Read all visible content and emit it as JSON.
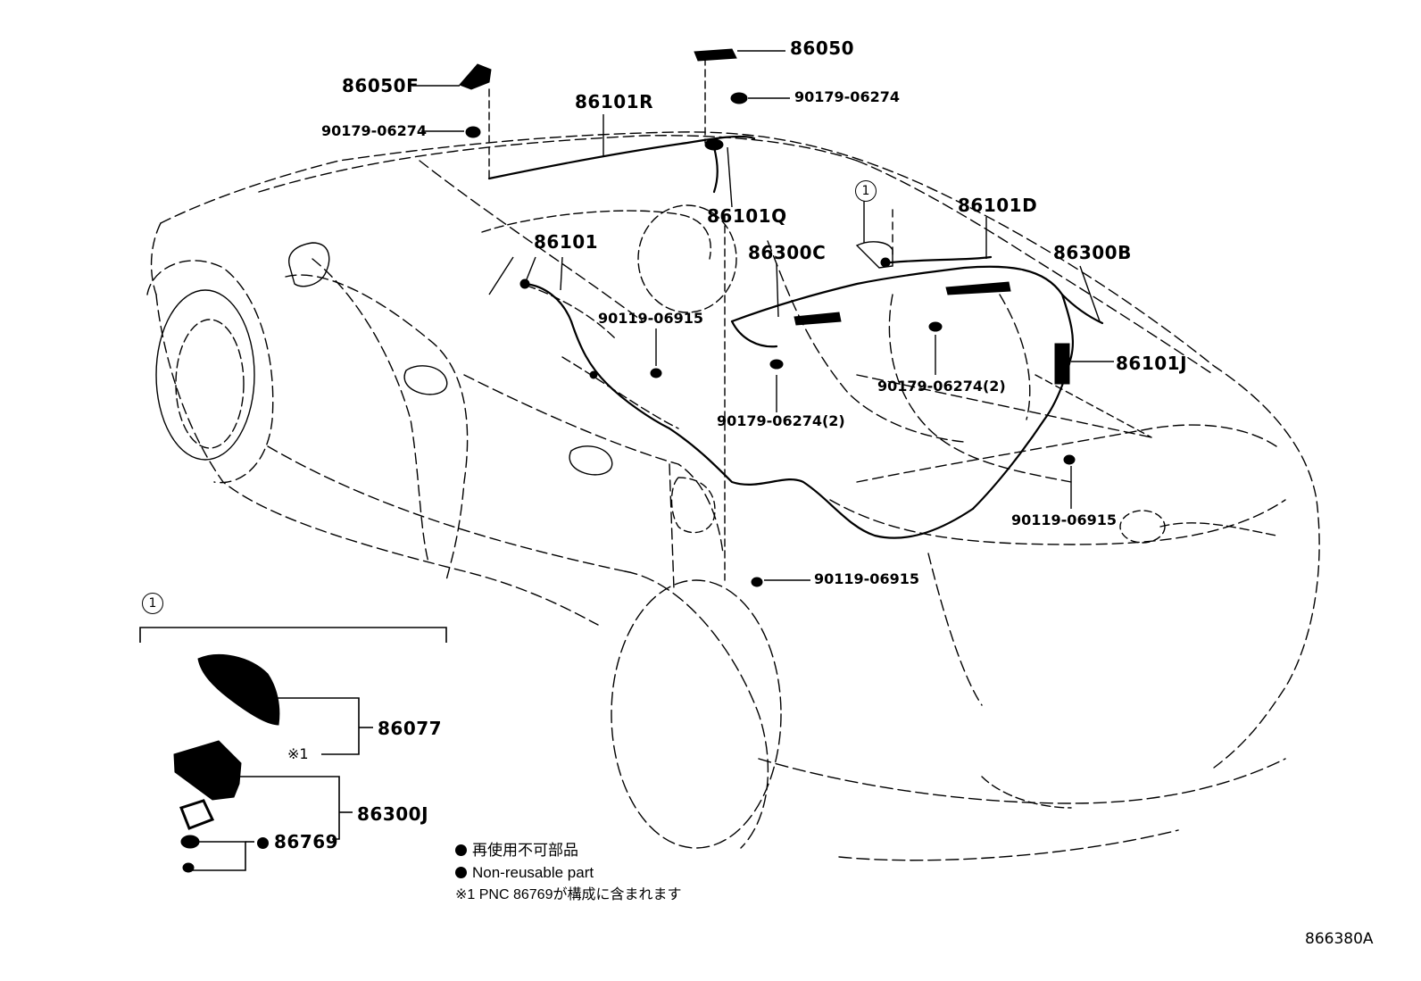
{
  "labels": {
    "l86050": "86050",
    "l86050F": "86050F",
    "l90179_top": "90179-06274",
    "l90179_left": "90179-06274",
    "l86101R": "86101R",
    "l86101Q": "86101Q",
    "l86101": "86101",
    "l86101D": "86101D",
    "l86300C": "86300C",
    "l86300B": "86300B",
    "l86101J": "86101J",
    "l90119_mid": "90119-06915",
    "l90179_2a": "90179-06274(2)",
    "l90179_2b": "90179-06274(2)",
    "l90119_right": "90119-06915",
    "l90119_bottom": "90119-06915",
    "l86077": "86077",
    "l86300J": "86300J",
    "l86769": "86769",
    "note_ref": "※1",
    "circle_ref": "1",
    "circle_ref2": "1"
  },
  "legend": {
    "jp_nonreusable": "再使用不可部品",
    "en_nonreusable": "Non-reusable part",
    "note1": "※1 PNC 86769が構成に含まれます"
  },
  "figure_id": "866380A",
  "colors": {
    "ink": "#000000",
    "paper": "#ffffff"
  }
}
